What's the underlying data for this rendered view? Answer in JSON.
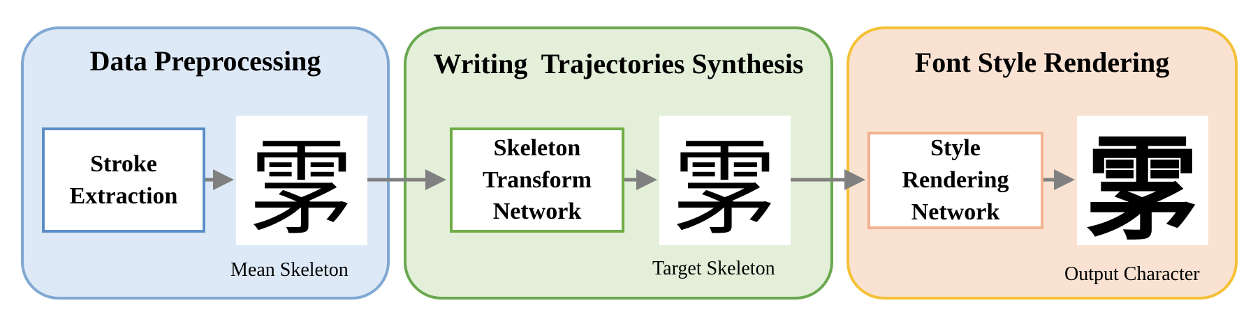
{
  "panels": [
    {
      "title": "Data Preprocessing",
      "color": "#dde9f6",
      "border": "#80a8d2"
    },
    {
      "title": "Writing  Trajectories Synthesis",
      "color": "#e3efd9",
      "border": "#6aa84f"
    },
    {
      "title": "Font Style Rendering",
      "color": "#f9e2d2",
      "border": "#f4c136"
    }
  ],
  "boxes": [
    {
      "lines": [
        "Stroke",
        "Extraction"
      ]
    },
    {
      "lines": [
        "Skeleton",
        "Transform",
        "Network"
      ]
    },
    {
      "lines": [
        "Style",
        "Rendering",
        "Network"
      ]
    }
  ],
  "images": [
    {
      "glyph": "雺",
      "caption": "Mean Skeleton"
    },
    {
      "glyph": "雺",
      "caption": "Target Skeleton"
    },
    {
      "glyph": "雺",
      "caption": "Output Character"
    }
  ],
  "arrow_color": "#808080"
}
